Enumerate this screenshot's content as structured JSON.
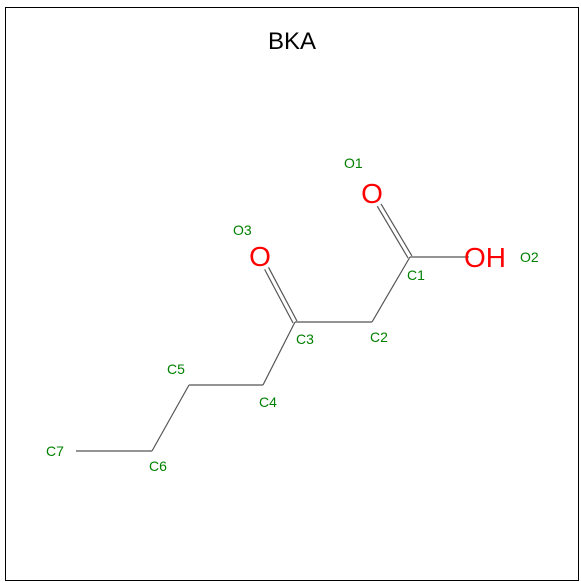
{
  "title": "BKA",
  "colors": {
    "bond": "#555555",
    "oxygen": "#ff0000",
    "atom_label": "#008000",
    "frame": "#000000"
  },
  "atoms": [
    {
      "id": "O1",
      "element_symbol": "O"
    },
    {
      "id": "O2",
      "element_symbol": "OH"
    },
    {
      "id": "O3",
      "element_symbol": "O"
    },
    {
      "id": "C1",
      "element_symbol": ""
    },
    {
      "id": "C2",
      "element_symbol": ""
    },
    {
      "id": "C3",
      "element_symbol": ""
    },
    {
      "id": "C4",
      "element_symbol": ""
    },
    {
      "id": "C5",
      "element_symbol": ""
    },
    {
      "id": "C6",
      "element_symbol": ""
    },
    {
      "id": "C7",
      "element_symbol": ""
    }
  ],
  "bonds": [
    {
      "from": "C7",
      "to": "C6",
      "order": 1
    },
    {
      "from": "C6",
      "to": "C5",
      "order": 1
    },
    {
      "from": "C5",
      "to": "C4",
      "order": 1
    },
    {
      "from": "C4",
      "to": "C3",
      "order": 1
    },
    {
      "from": "C3",
      "to": "C2",
      "order": 1
    },
    {
      "from": "C2",
      "to": "C1",
      "order": 1
    },
    {
      "from": "C1",
      "to": "O2",
      "order": 1
    },
    {
      "from": "C1",
      "to": "O1",
      "order": 2
    },
    {
      "from": "C3",
      "to": "O3",
      "order": 2
    }
  ]
}
